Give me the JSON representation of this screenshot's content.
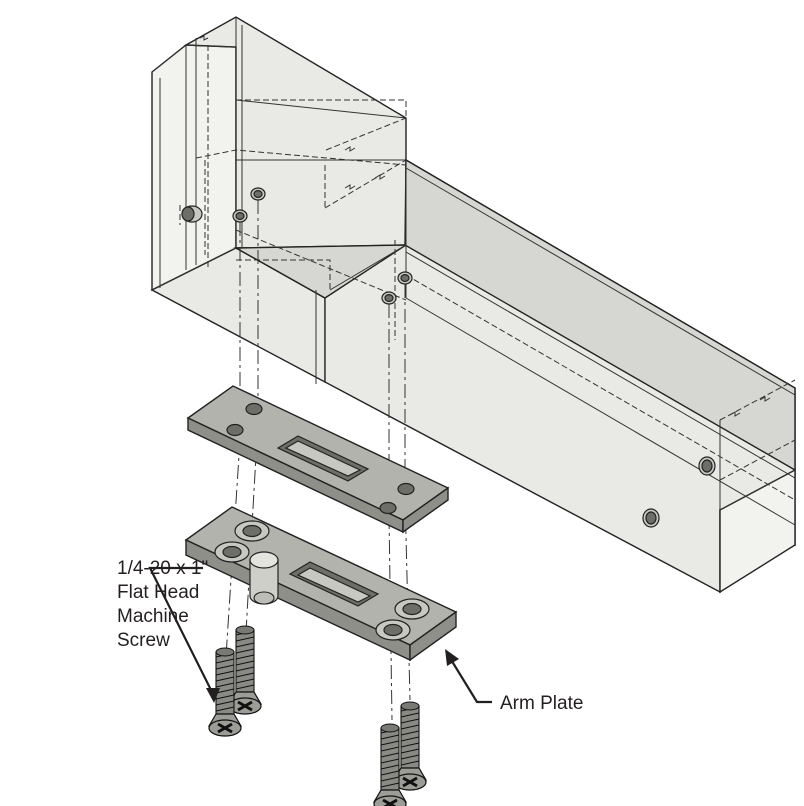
{
  "labels": {
    "screw": [
      "1/4-20 x 1\"",
      "Flat Head",
      "Machine",
      "Screw"
    ],
    "arm_plate": "Arm Plate"
  },
  "colors": {
    "housing_face": "#e9e9e6",
    "plate": "#b3b3ae",
    "screw": "#8a8a85",
    "line": "#222222"
  }
}
